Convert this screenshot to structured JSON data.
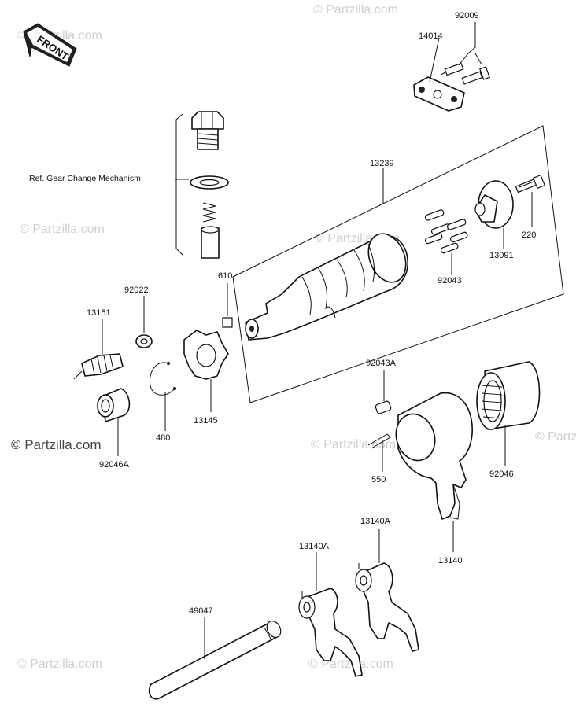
{
  "front_label": "FRONT",
  "reference_note": "Ref. Gear Change Mechanism",
  "watermarks": [
    "© Partzilla.com",
    "© Partzilla.com",
    "© Partzilla.com",
    "© Partzilla.com",
    "© Partzilla.com",
    "© Partzilla.com",
    "© Partzilla.com",
    "© Partzilla.com"
  ],
  "watermark_dark": "© Partzilla.com",
  "parts": {
    "p92009": "92009",
    "p14014": "14014",
    "p13239": "13239",
    "p220": "220",
    "p13091": "13091",
    "p92043": "92043",
    "p610": "610",
    "p92022": "92022",
    "p13151": "13151",
    "p13145": "13145",
    "p480": "480",
    "p92046a": "92046A",
    "p92043a": "92043A",
    "p550": "550",
    "p92046": "92046",
    "p13140": "13140",
    "p13140a_left": "13140A",
    "p13140a_right": "13140A",
    "p49047": "49047"
  }
}
